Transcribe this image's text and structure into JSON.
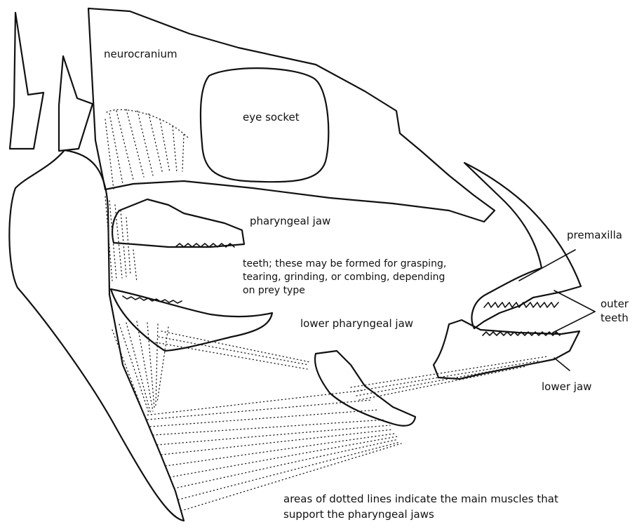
{
  "labels": {
    "neurocranium": "neurocranium",
    "eye_socket": "eye socket",
    "pharyngeal_jaw": "pharyngeal jaw",
    "teeth_note": [
      "teeth; these may be formed for grasping,",
      "tearing, grinding, or combing, depending",
      "on prey type"
    ],
    "lower_pharyngeal_jaw": "lower pharyngeal jaw",
    "premaxilla": "premaxilla",
    "outer_teeth": [
      "outer",
      "teeth"
    ],
    "lower_jaw": "lower jaw",
    "footnote": [
      "areas of dotted lines indicate the main muscles that",
      "support the pharyngeal jaws"
    ]
  },
  "colors": {
    "ink": "#111111",
    "background": "#ffffff"
  }
}
